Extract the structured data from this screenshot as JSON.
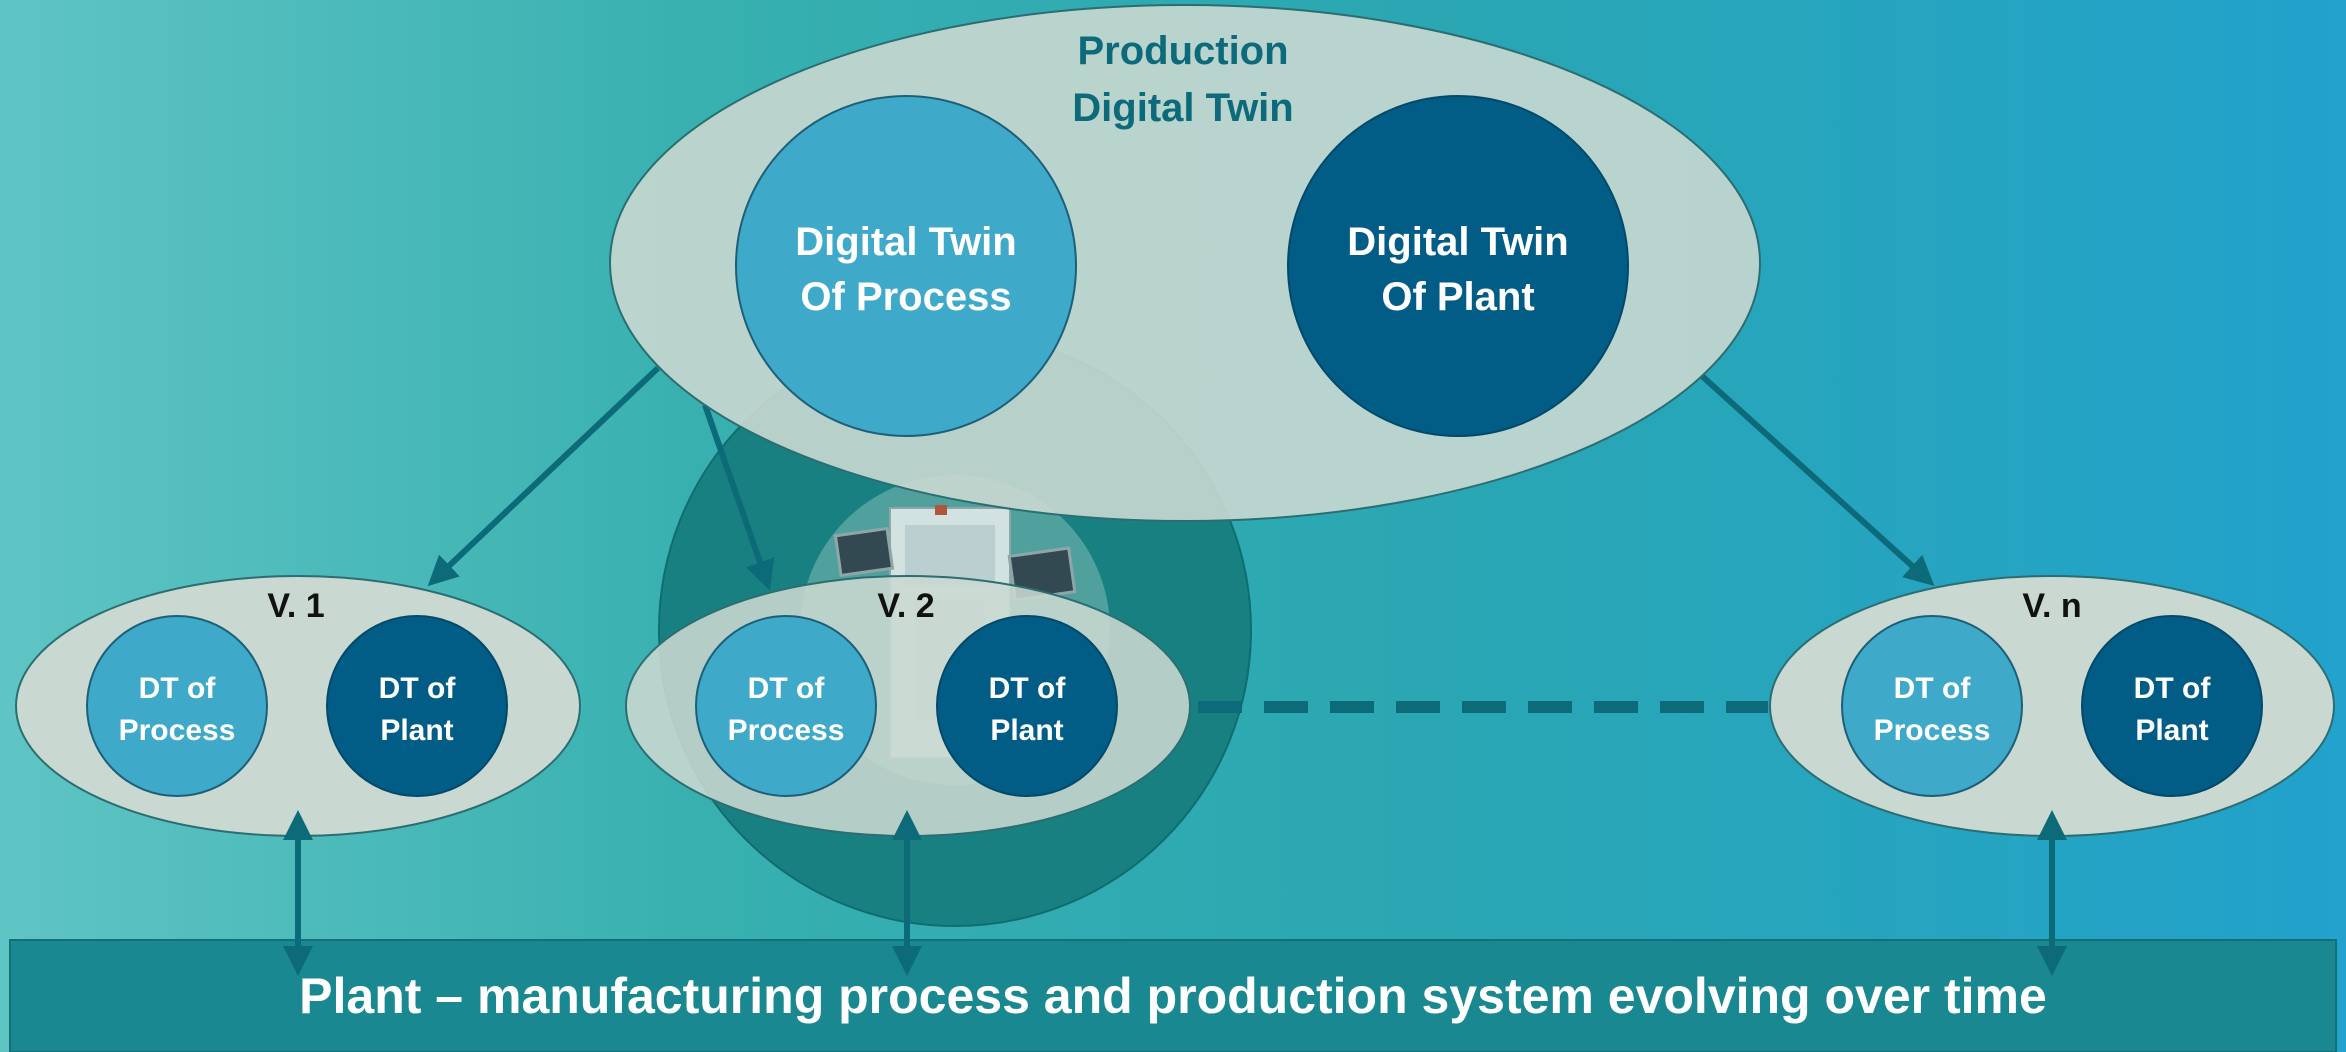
{
  "production_twin": {
    "title_line1": "Production",
    "title_line2": "Digital Twin",
    "process_circle": {
      "line1": "Digital Twin",
      "line2": "Of Process"
    },
    "plant_circle": {
      "line1": "Digital Twin",
      "line2": "Of Plant"
    }
  },
  "versions": [
    {
      "label": "V. 1",
      "process": {
        "line1": "DT of",
        "line2": "Process"
      },
      "plant": {
        "line1": "DT of",
        "line2": "Plant"
      }
    },
    {
      "label": "V. 2",
      "process": {
        "line1": "DT of",
        "line2": "Process"
      },
      "plant": {
        "line1": "DT of",
        "line2": "Plant"
      }
    },
    {
      "label": "V. n",
      "process": {
        "line1": "DT of",
        "line2": "Process"
      },
      "plant": {
        "line1": "DT of",
        "line2": "Plant"
      }
    }
  ],
  "plant_banner": {
    "text": "Plant – manufacturing process and production system evolving over time"
  },
  "colors": {
    "ellipse_fill": "#c9d8d0",
    "process_blue": "#3fa9c9",
    "plant_navy": "#025d86",
    "title_teal": "#0d6a7a",
    "arrow_teal": "#0d6a78",
    "banner_fill": "#1a8890",
    "machine_halo": "#187e80"
  }
}
